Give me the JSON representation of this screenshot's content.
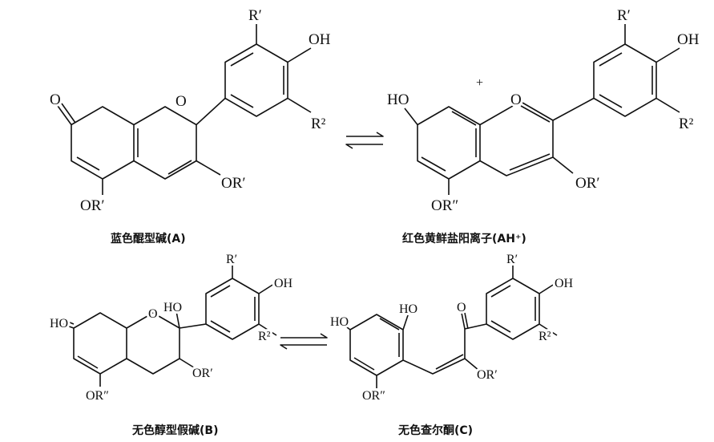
{
  "structures": {
    "A": {
      "caption": "蓝色醌型碱(A)",
      "labels": {
        "ketone_o": "O",
        "ring_o": "O",
        "oh": "OH",
        "r1": "R′",
        "r2": "R²",
        "or3": "OR′",
        "or5": "OR′"
      }
    },
    "AH": {
      "caption": "红色黄鲜盐阳离子(AH⁺)",
      "labels": {
        "ho": "HO",
        "plus": "+",
        "o": "O",
        "oh": "OH",
        "r1": "R′",
        "r2": "R²",
        "or3": "OR′",
        "or5": "OR″"
      }
    },
    "B": {
      "caption": "无色醇型假碱(B)",
      "labels": {
        "ho_left": "HO",
        "ring_o": "O",
        "ho": "HO",
        "oh": "OH",
        "r1": "R′",
        "r2": "R²",
        "or3": "OR′",
        "or5": "OR″"
      }
    },
    "C": {
      "caption": "无色查尔酮(C)",
      "labels": {
        "ho_left": "HO",
        "ho_top": "HO",
        "o": "O",
        "oh": "OH",
        "r1": "R′",
        "r2": "R²",
        "or3": "OR′",
        "or5": "OR″"
      }
    }
  }
}
